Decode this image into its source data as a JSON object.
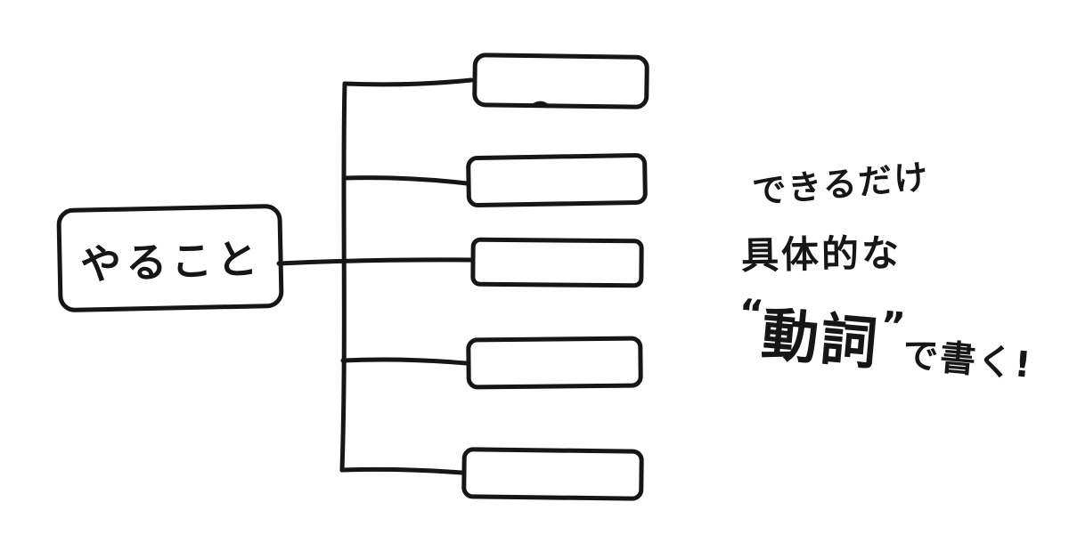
{
  "diagram": {
    "type": "mindmap-sketch",
    "background_color": "#ffffff",
    "stroke_color": "#161616",
    "root": {
      "label": "やること"
    },
    "child_count": 5,
    "children": [
      "",
      "",
      "",
      "",
      ""
    ],
    "annotation": {
      "line1": "できるだけ",
      "line2": "具体的な",
      "line3": {
        "quote_open": "“",
        "emphasis": "動詞",
        "quote_close": "”",
        "suffix": "で書く!"
      }
    }
  }
}
